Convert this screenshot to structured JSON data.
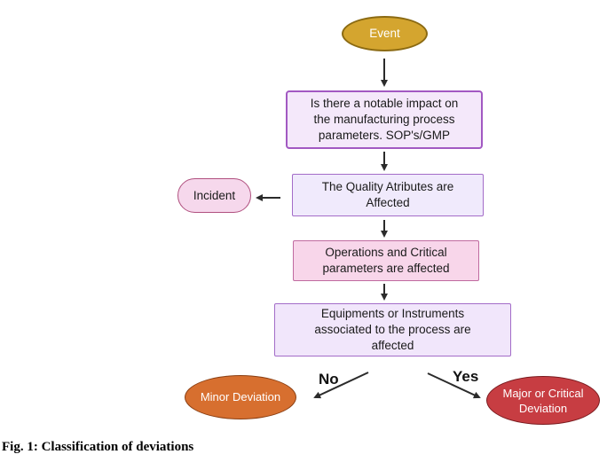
{
  "nodes": {
    "event": "Event",
    "impact_question": "Is there a notable impact on\nthe manufacturing process\nparameters. SOP's/GMP",
    "quality_attributes": "The Quality Atributes are\nAffected",
    "incident": "Incident",
    "operations": "Operations and Critical\nparameters are affected",
    "equipment": "Equipments or Instruments\nassociated to the process are\naffected",
    "minor_deviation": "Minor Deviation",
    "major_deviation": "Major or Critical\nDeviation"
  },
  "branches": {
    "no": "No",
    "yes": "Yes"
  },
  "caption": "Fig. 1: Classification of deviations",
  "colors": {
    "event": "#d4a52f",
    "minor": "#d76f2f",
    "major": "#c73d42",
    "arrow": "#2b2b2b"
  }
}
